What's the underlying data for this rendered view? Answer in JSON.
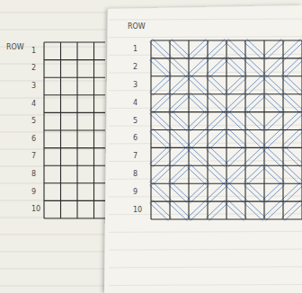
{
  "diagram": {
    "labels": [
      "ROW",
      "1",
      "2",
      "3",
      "4",
      "5",
      "6",
      "7",
      "8",
      "9",
      "10",
      "ROW",
      "1",
      "2",
      "3",
      "4",
      "5",
      "6",
      "7",
      "8",
      "9",
      "10"
    ]
  }
}
